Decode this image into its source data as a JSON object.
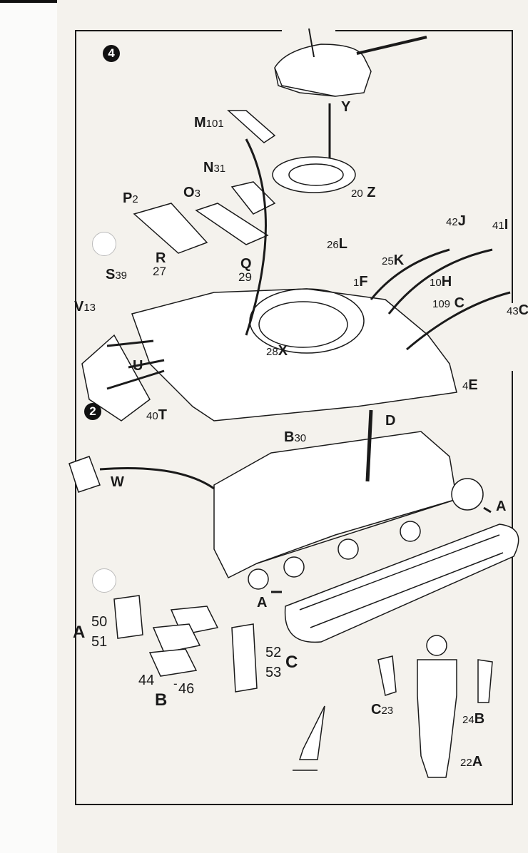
{
  "steps": {
    "top": "4",
    "bottom": "2"
  },
  "labels": {
    "m": {
      "letter": "M",
      "num": "101"
    },
    "y": {
      "letter": "Y"
    },
    "n": {
      "letter": "N",
      "num": "31"
    },
    "o": {
      "letter": "O",
      "num": "3"
    },
    "p": {
      "letter": "P",
      "num": "2"
    },
    "z": {
      "letter": "Z",
      "num": "20"
    },
    "j": {
      "letter": "J",
      "num": "42"
    },
    "i": {
      "letter": "I",
      "num": "41"
    },
    "l": {
      "letter": "L",
      "num": "26"
    },
    "k": {
      "letter": "K",
      "num": "25"
    },
    "r": {
      "letter": "R",
      "num": "27"
    },
    "s": {
      "letter": "S",
      "num": "39"
    },
    "q": {
      "letter": "Q",
      "num": "29"
    },
    "f": {
      "letter": "F",
      "num": "1"
    },
    "h": {
      "letter": "H",
      "num": "10"
    },
    "v": {
      "letter": "V",
      "num": "13"
    },
    "c109": {
      "letter": "C",
      "num": "109"
    },
    "c43": {
      "letter": "C",
      "num": "43"
    },
    "x": {
      "letter": "X",
      "num": "28"
    },
    "u": {
      "letter": "U"
    },
    "e": {
      "letter": "E",
      "num": "4"
    },
    "t": {
      "letter": "T",
      "num": "40"
    },
    "b30": {
      "letter": "B",
      "num": "30"
    },
    "d": {
      "letter": "D"
    },
    "w": {
      "letter": "W"
    },
    "a_right": {
      "letter": "A"
    },
    "a_bottom": {
      "letter": "A"
    },
    "a50": {
      "letter": "A",
      "num1": "50",
      "num2": "51"
    },
    "c52": {
      "letter": "C",
      "num1": "52",
      "num2": "53"
    },
    "b44": {
      "letter": "B",
      "num1": "44",
      "dash": "-",
      "num2": "46"
    },
    "c23": {
      "letter": "C",
      "num": "23"
    },
    "b24": {
      "letter": "B",
      "num": "24"
    },
    "a22": {
      "letter": "A",
      "num": "22"
    }
  }
}
